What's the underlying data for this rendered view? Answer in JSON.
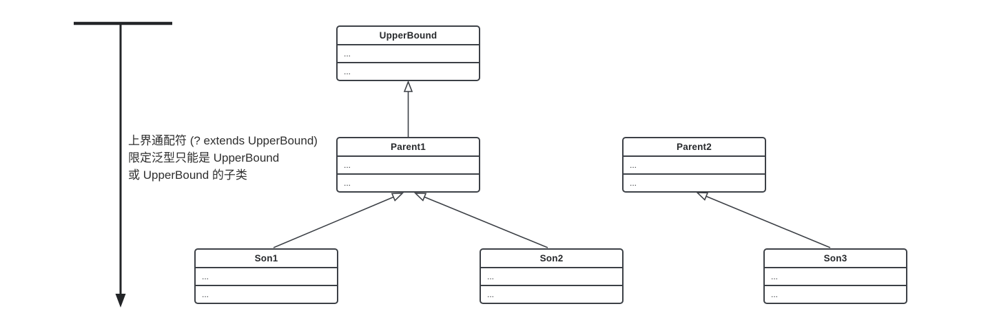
{
  "colors": {
    "background": "#ffffff",
    "box_border": "#3b3f45",
    "box_fill": "#ffffff",
    "connector": "#3b3f45",
    "timeline_arrow": "#232528",
    "annotation_text": "#2d2d2d"
  },
  "annotation": {
    "lines": [
      "上界通配符 (? extends UpperBound)",
      "限定泛型只能是 UpperBound",
      "或 UpperBound 的子类"
    ]
  },
  "diagram": {
    "classes": [
      {
        "name": "UpperBound",
        "rows": [
          "...",
          "..."
        ]
      },
      {
        "name": "Parent1",
        "rows": [
          "...",
          "..."
        ]
      },
      {
        "name": "Parent2",
        "rows": [
          "...",
          "..."
        ]
      },
      {
        "name": "Son1",
        "rows": [
          "...",
          "..."
        ]
      },
      {
        "name": "Son2",
        "rows": [
          "...",
          "..."
        ]
      },
      {
        "name": "Son3",
        "rows": [
          "...",
          "..."
        ]
      }
    ],
    "relations": [
      {
        "from": "Parent1",
        "to": "UpperBound",
        "type": "inheritance"
      },
      {
        "from": "Son1",
        "to": "Parent1",
        "type": "inheritance"
      },
      {
        "from": "Son2",
        "to": "Parent1",
        "type": "inheritance"
      },
      {
        "from": "Son3",
        "to": "Parent2",
        "type": "inheritance"
      }
    ]
  }
}
